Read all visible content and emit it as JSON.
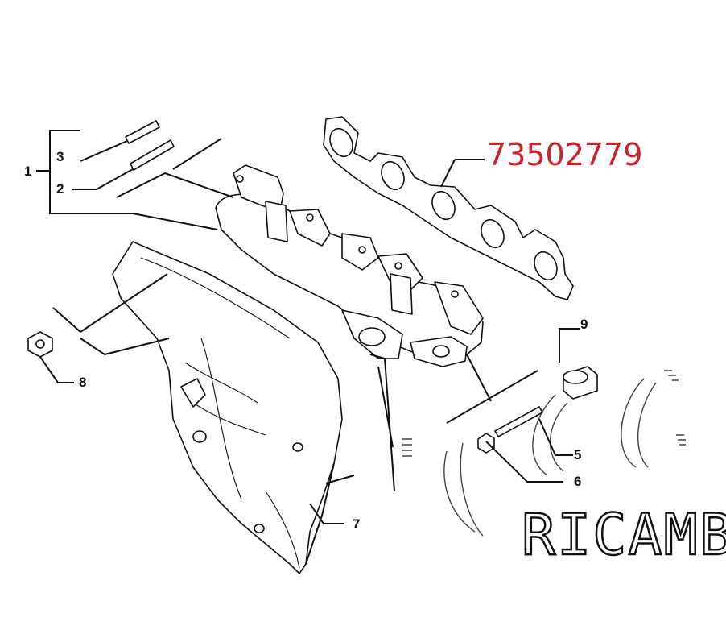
{
  "diagram": {
    "part_number": "73502779",
    "watermark": "RICAMBI",
    "callouts": [
      {
        "id": "1",
        "label": "1"
      },
      {
        "id": "2",
        "label": "2"
      },
      {
        "id": "3",
        "label": "3"
      },
      {
        "id": "5",
        "label": "5"
      },
      {
        "id": "6",
        "label": "6"
      },
      {
        "id": "7",
        "label": "7"
      },
      {
        "id": "8",
        "label": "8"
      },
      {
        "id": "9",
        "label": "9"
      }
    ],
    "colors": {
      "part_number": "#d0202a",
      "line": "#111111",
      "background": "#ffffff"
    }
  }
}
